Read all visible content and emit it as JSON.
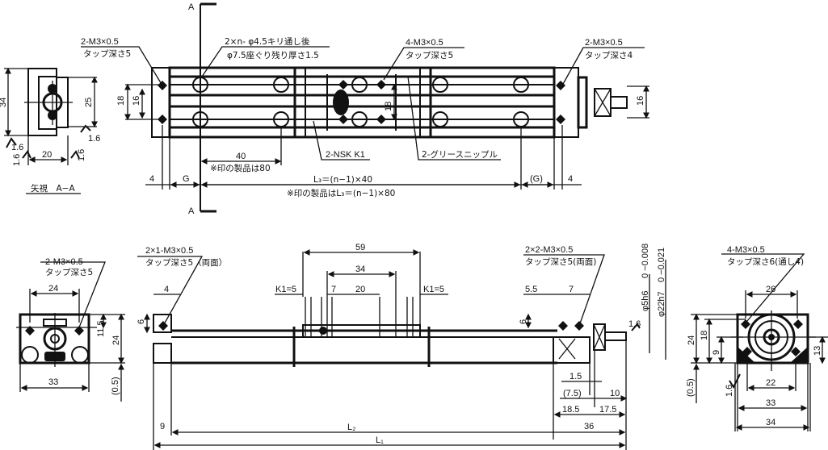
{
  "top_view": {
    "section_mark": "A",
    "callouts": {
      "left_tap": [
        "2-M3×0.5",
        "タップ深さ5"
      ],
      "mount_holes": [
        "2×n- φ4.5キリ通し後",
        "φ7.5座ぐり残り厚さ1.5"
      ],
      "carriage_tap": [
        "4-M3×0.5",
        "タップ深さ5"
      ],
      "right_tap": [
        "2-M3×0.5",
        "タップ深さ4"
      ],
      "nipple_nsk": "2-NSK K1",
      "grease": "2-グリースニップル"
    },
    "dims": {
      "h18_left": "18",
      "h16_left": "16",
      "h18_carriage": "18",
      "h16_right": "16",
      "pitch": "40",
      "pitch_note": "※印の製品は80",
      "end4_left": "4",
      "g_left": "G",
      "g_right": "(G)",
      "end4_right": "4",
      "l3": "L₃＝(n−1)×40",
      "l3_note": "※印の製品はL₃＝(n−1)×80"
    }
  },
  "section_view": {
    "title": "矢視　A−A",
    "dims": {
      "height": "34",
      "inner": "25",
      "width": "20",
      "rough1": "1.6",
      "rough2": "1.6",
      "rough3": "1.6",
      "rough4": "1.6"
    }
  },
  "end_view_left": {
    "callout": [
      "2-M3×0.5",
      "タップ深さ5"
    ],
    "dims": {
      "top_pitch": "24",
      "h11_5": "11.5",
      "h24": "24",
      "width": "33",
      "gap": "(0.5)"
    }
  },
  "side_view": {
    "callouts": {
      "left_tap": [
        "2×1-M3×0.5",
        "タップ深さ5（両面）"
      ],
      "right_tap": [
        "2×2-M3×0.5",
        "タップ深さ5(両面)"
      ]
    },
    "dims": {
      "d4": "4",
      "d6_left": "6",
      "d59": "59",
      "d34": "34",
      "k1_left": "K1=5",
      "d7_left": "7",
      "d20": "20",
      "k1_right": "K1=5",
      "d5_5": "5.5",
      "d7_right": "7",
      "d6_right": "6",
      "shaft": "φ5h6",
      "shaft_tol": "0 −0.008",
      "boss": "φ22h7",
      "boss_tol": "0 −0.021",
      "rough": "1.6",
      "d1_5": "1.5",
      "d7_5": "(7.5)",
      "d10": "10",
      "d18_5": "18.5",
      "d17_5": "17.5",
      "d36": "36",
      "d9": "9",
      "l2": "L₂",
      "l1": "L₁"
    }
  },
  "end_view_right": {
    "callout": [
      "4-M3×0.5",
      "タップ深さ6(通し4)"
    ],
    "dims": {
      "d26": "26",
      "h24": "24",
      "h18": "18",
      "h9": "9",
      "h13": "13",
      "gap": "(0.5)",
      "rough": "1.6",
      "d22": "22",
      "d33": "33",
      "d34": "34"
    }
  }
}
